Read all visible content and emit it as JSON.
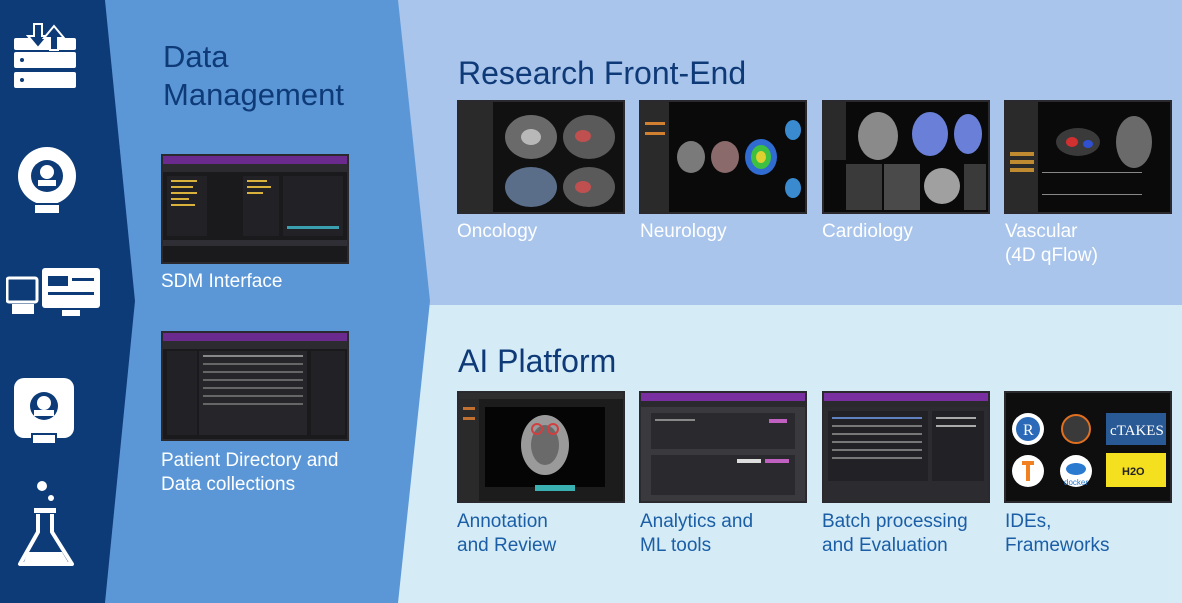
{
  "data_management": {
    "title_line1": "Data",
    "title_line2": "Management",
    "sdm_caption": "SDM Interface",
    "patient_caption_line1": "Patient Directory and",
    "patient_caption_line2": "Data collections"
  },
  "research_front_end": {
    "title": "Research Front-End",
    "items": [
      {
        "label": "Oncology"
      },
      {
        "label": "Neurology"
      },
      {
        "label": "Cardiology"
      },
      {
        "label": "Vascular",
        "label2": "(4D qFlow)"
      }
    ]
  },
  "ai_platform": {
    "title": "AI Platform",
    "items": [
      {
        "label": "Annotation",
        "label2": "and Review"
      },
      {
        "label": "Analytics and",
        "label2": "ML tools"
      },
      {
        "label": "Batch processing",
        "label2": "and Evaluation"
      },
      {
        "label": "IDEs,",
        "label2": "Frameworks"
      }
    ],
    "framework_logos": {
      "ctakes": "cTAKES",
      "docker": "docker",
      "h2o": "H2O",
      "r": "R"
    }
  },
  "sidebar_icons": [
    "data-transfer-icon",
    "mri-scanner-icon",
    "workstation-icon",
    "scanner-icon",
    "lab-flask-icon"
  ],
  "colors": {
    "left_bar": "#0d3b78",
    "dm_panel": "#5b97d6",
    "rf_panel": "#a9c5eb",
    "ai_panel": "#d5ecf7",
    "title_text": "#0f3a78",
    "ai_caption": "#1b5ea6"
  }
}
